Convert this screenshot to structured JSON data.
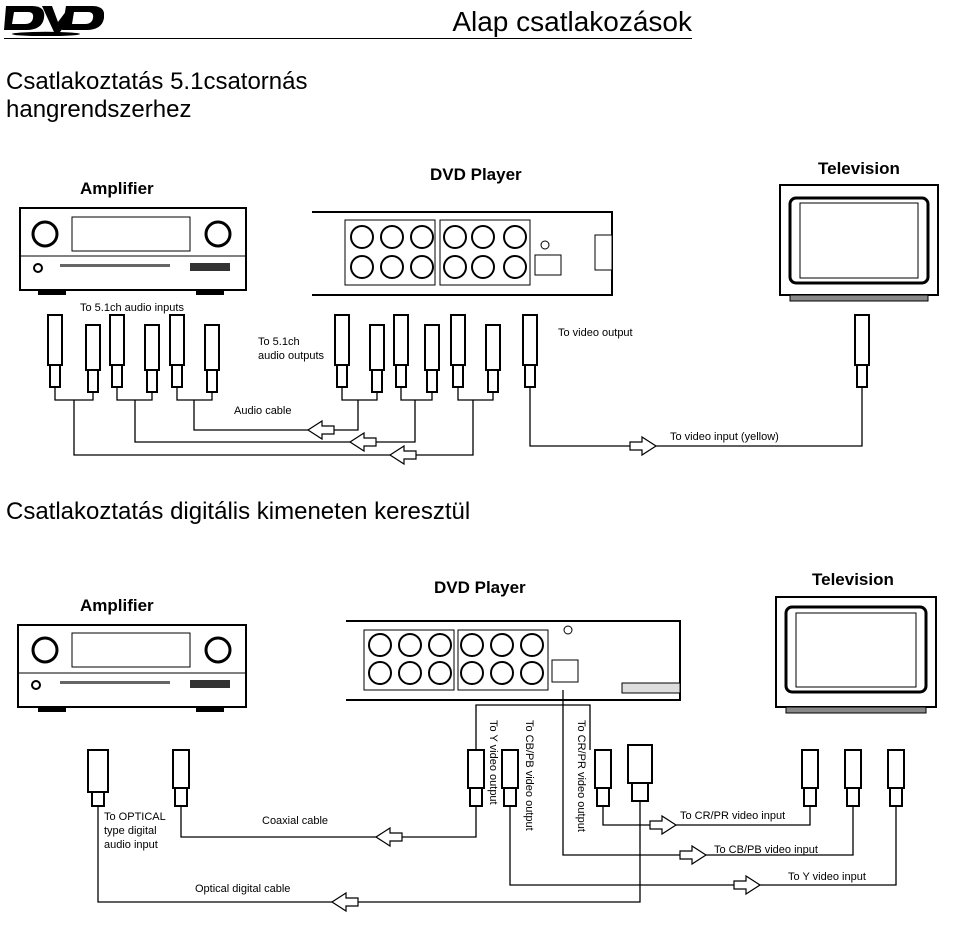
{
  "header": {
    "logo_text": "DVD",
    "section_title": "Alap csatlakozások"
  },
  "section1": {
    "heading": "Csatlakoztatás  5.1csatornás hangrendszerhez",
    "labels": {
      "amplifier": "Amplifier",
      "dvd_player": "DVD Player",
      "television": "Television",
      "audio_inputs": "To 5.1ch audio inputs",
      "audio_outputs_1": "To 5.1ch",
      "audio_outputs_2": "audio outputs",
      "video_output": "To video output",
      "audio_cable": "Audio cable",
      "video_input": "To video input (yellow)"
    }
  },
  "section2": {
    "heading": "Csatlakoztatás digitális kimeneten keresztül",
    "labels": {
      "amplifier": "Amplifier",
      "dvd_player": "DVD Player",
      "television": "Television",
      "optical_1": "To OPTICAL",
      "optical_2": "type digital",
      "optical_3": "audio input",
      "coaxial_cable": "Coaxial cable",
      "optical_cable": "Optical digital cable",
      "y_output": "To Y video output",
      "cb_output": "To CB/PB video output",
      "cr_output": "To CR/PR video output",
      "cr_input": "To CR/PR video input",
      "cb_input": "To CB/PB video input",
      "y_input": "To Y video input"
    }
  }
}
